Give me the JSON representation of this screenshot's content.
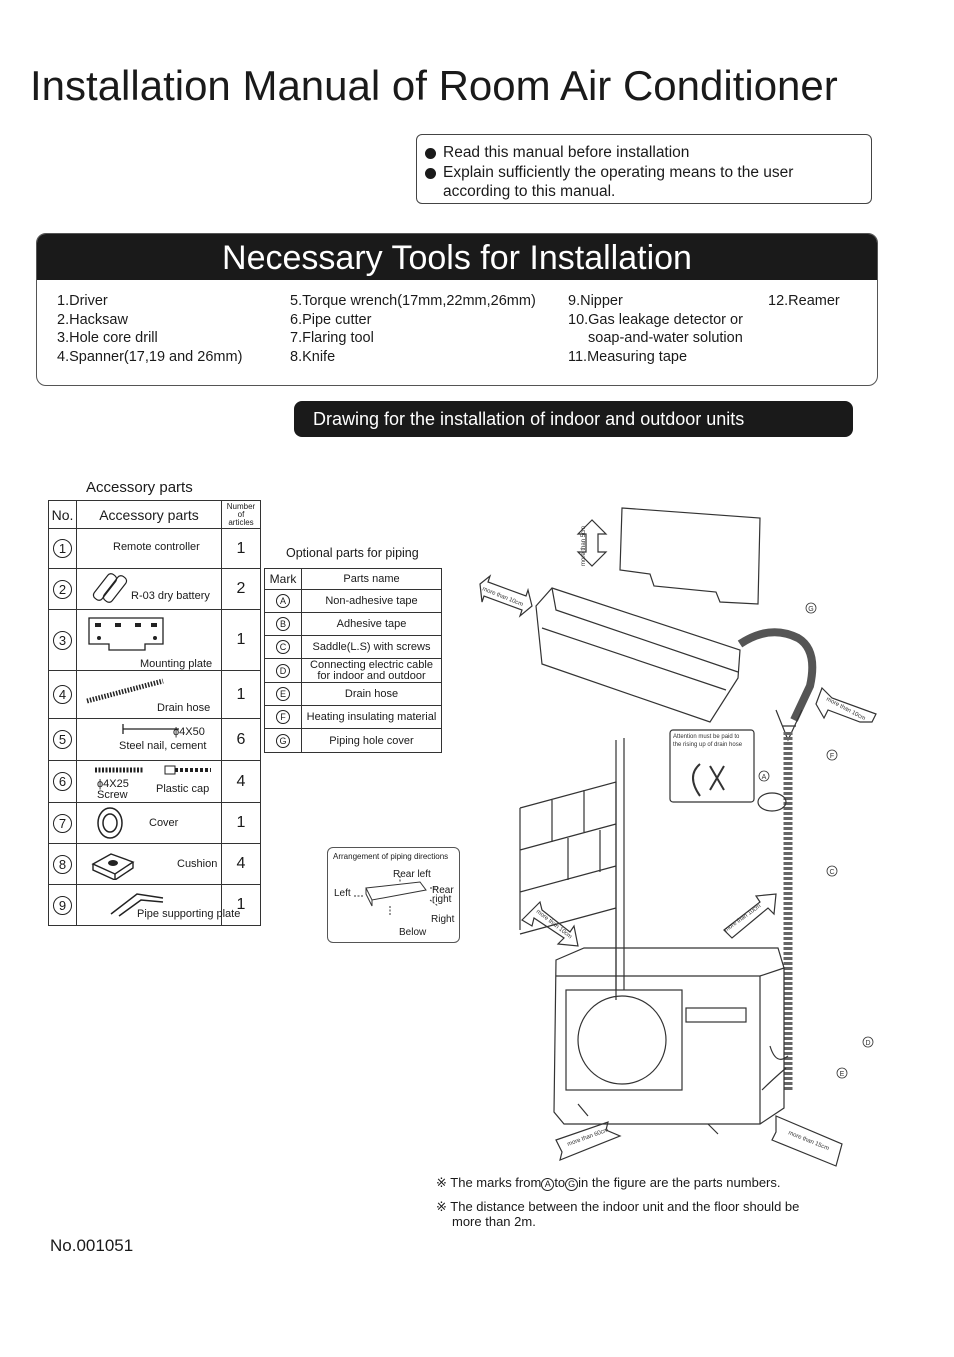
{
  "title": "Installation Manual of Room Air Conditioner",
  "notes": [
    "Read this manual before installation",
    "Explain sufficiently the operating means to the user",
    "according to this manual."
  ],
  "tools": {
    "heading": "Necessary Tools for Installation",
    "col1": [
      "1.Driver",
      "2.Hacksaw",
      "3.Hole core drill",
      "4.Spanner(17,19 and 26mm)"
    ],
    "col2": [
      "5.Torque wrench(17mm,22mm,26mm)",
      "6.Pipe cutter",
      "7.Flaring tool",
      "8.Knife"
    ],
    "col3": [
      "9.Nipper",
      "10.Gas leakage detector or",
      "soap-and-water solution",
      "11.Measuring tape"
    ],
    "col4": [
      "12.Reamer"
    ]
  },
  "drawing_banner": "Drawing for the installation of indoor and outdoor units",
  "accessory": {
    "caption": "Accessory parts",
    "head_no": "No.",
    "head_part": "Accessory parts",
    "head_count": [
      "Number",
      "of",
      "articles"
    ],
    "rows": [
      {
        "no": "1",
        "label": "Remote controller",
        "count": "1"
      },
      {
        "no": "2",
        "label": "R-03 dry battery",
        "count": "2"
      },
      {
        "no": "3",
        "label": "Mounting plate",
        "count": "1"
      },
      {
        "no": "4",
        "label": "Drain hose",
        "count": "1"
      },
      {
        "no": "5",
        "label": "Steel nail, cement",
        "extra": "ϕ4X50",
        "count": "6"
      },
      {
        "no": "6",
        "label": "Plastic cap",
        "extra": "ϕ4X25",
        "extra2": "Screw",
        "count": "4"
      },
      {
        "no": "7",
        "label": "Cover",
        "count": "1"
      },
      {
        "no": "8",
        "label": "Cushion",
        "count": "4"
      },
      {
        "no": "9",
        "label": "Pipe supporting plate",
        "count": "1"
      }
    ]
  },
  "optional": {
    "caption": "Optional parts for piping",
    "head_mark": "Mark",
    "head_name": "Parts name",
    "rows": [
      {
        "mark": "A",
        "name": "Non-adhesive tape"
      },
      {
        "mark": "B",
        "name": "Adhesive tape"
      },
      {
        "mark": "C",
        "name": "Saddle(L.S) with screws"
      },
      {
        "mark": "D",
        "name": "Connecting electric cable",
        "name2": "for indoor and outdoor"
      },
      {
        "mark": "E",
        "name": "Drain hose"
      },
      {
        "mark": "F",
        "name": "Heating insulating material"
      },
      {
        "mark": "G",
        "name": "Piping hole cover"
      }
    ]
  },
  "arrangement": {
    "title": "Arrangement of piping directions",
    "rear_left": "Rear left",
    "left": "Left",
    "rear": "Rear",
    "right_word": "right",
    "right": "Right",
    "below": "Below"
  },
  "figure": {
    "top": "more than 5cm",
    "left": "more than 10cm",
    "right": "more than 10cm",
    "outdoor_left": "more than 10cm",
    "outdoor_right": "more than 10cm",
    "bottom_left": "more than 60cm",
    "bottom_right": "more than 15cm",
    "attention": [
      "Attention must be paid to",
      "the rising up of drain hose"
    ],
    "marks": {
      "G": "G",
      "F": "F",
      "A": "A",
      "C": "C",
      "D": "D",
      "E": "E"
    }
  },
  "footnotes": {
    "sym": "※",
    "n1_a": "The marks from",
    "n1_m1": "A",
    "n1_b": "to",
    "n1_m2": "G",
    "n1_c": "in the figure are the parts numbers.",
    "n2_a": "The distance between the indoor unit and the floor should be",
    "n2_b": "more than 2m."
  },
  "doc_no": "No.001051"
}
